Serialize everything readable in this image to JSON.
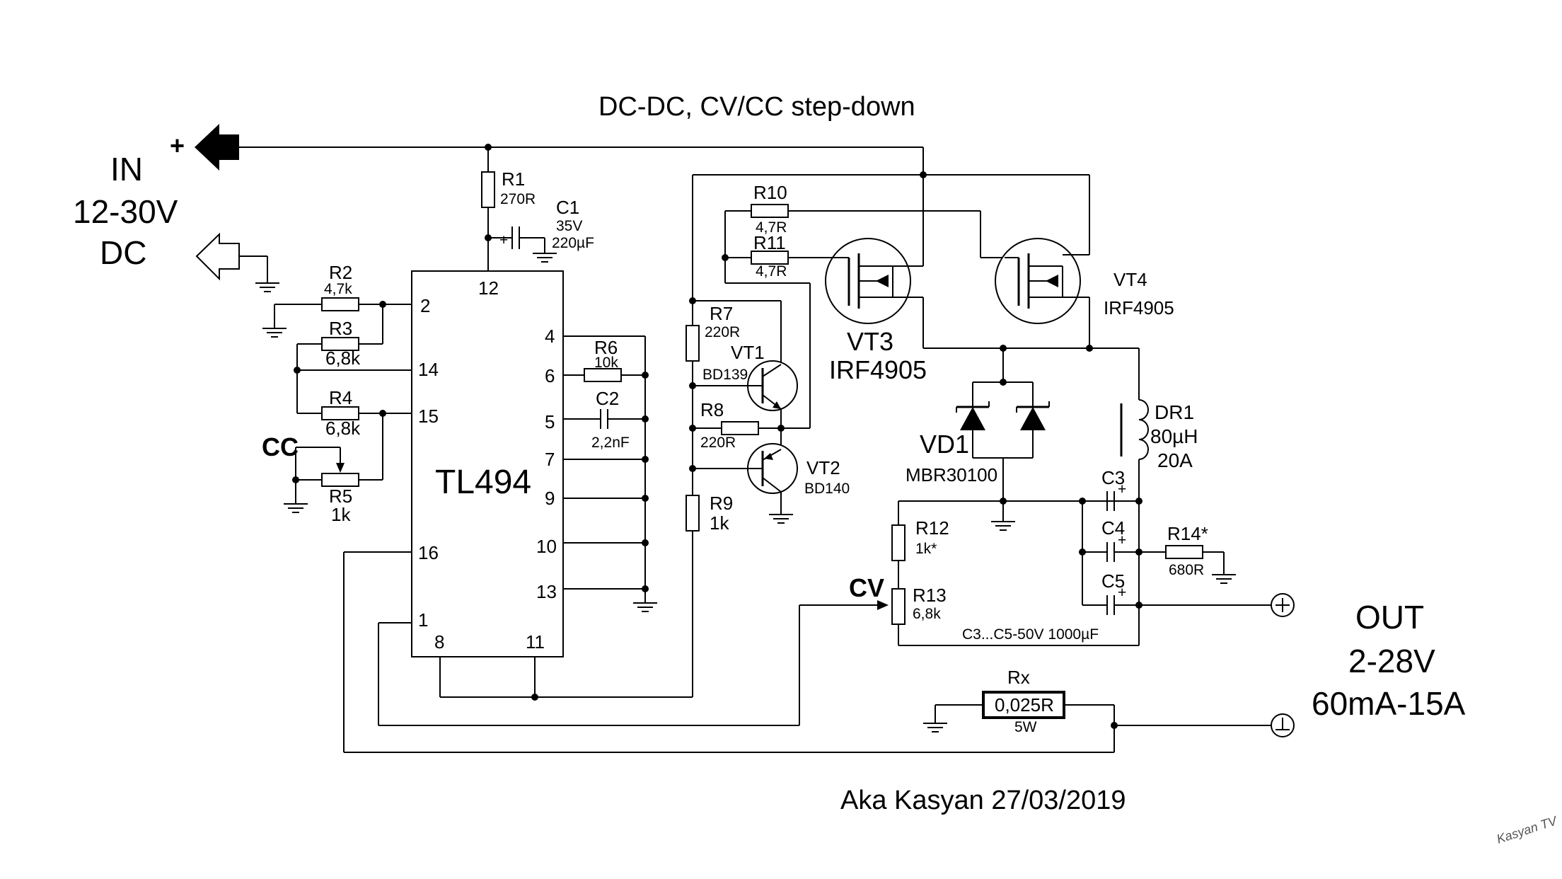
{
  "title": "DC-DC, CV/CC  step-down",
  "author_date": "Aka Kasyan 27/03/2019",
  "watermark": "Kasyan TV",
  "input": {
    "plus": "+",
    "line1": "IN",
    "line2": "12-30V",
    "line3": "DC"
  },
  "output": {
    "line1": "OUT",
    "line2": "2-28V",
    "line3": "60mA-15A"
  },
  "ic": {
    "name": "TL494",
    "pins": [
      "12",
      "2",
      "14",
      "15",
      "16",
      "1",
      "8",
      "11",
      "4",
      "6",
      "5",
      "7",
      "9",
      "10",
      "13"
    ]
  },
  "labels": {
    "cc": "CC",
    "cv": "CV"
  },
  "components": {
    "r1": {
      "ref": "R1",
      "value": "270R"
    },
    "c1": {
      "ref": "C1",
      "value1": "35V",
      "value2": "220µF",
      "pol": "+"
    },
    "r2": {
      "ref": "R2",
      "value": "4,7k"
    },
    "r3": {
      "ref": "R3",
      "value": "6,8k"
    },
    "r4": {
      "ref": "R4",
      "value": "6,8k"
    },
    "r5": {
      "ref": "R5",
      "value": "1k"
    },
    "r6": {
      "ref": "R6",
      "value": "10k"
    },
    "c2": {
      "ref": "C2",
      "value": "2,2nF"
    },
    "r7": {
      "ref": "R7",
      "value": "220R"
    },
    "r8": {
      "ref": "R8",
      "value": "220R"
    },
    "r9": {
      "ref": "R9",
      "value": "1k"
    },
    "r10": {
      "ref": "R10",
      "value": "4,7R"
    },
    "r11": {
      "ref": "R11",
      "value": "4,7R"
    },
    "vt1": {
      "ref": "VT1",
      "value": "BD139"
    },
    "vt2": {
      "ref": "VT2",
      "value": "BD140"
    },
    "vt3": {
      "ref": "VT3",
      "value": "IRF4905"
    },
    "vt4": {
      "ref": "VT4",
      "value": "IRF4905"
    },
    "vd1": {
      "ref": "VD1",
      "value": "MBR30100"
    },
    "dr1": {
      "ref": "DR1",
      "value1": "80µH",
      "value2": "20A"
    },
    "c3": {
      "ref": "C3",
      "pol": "+"
    },
    "c4": {
      "ref": "C4",
      "pol": "+"
    },
    "c5": {
      "ref": "C5",
      "pol": "+"
    },
    "cnote": "C3...C5-50V 1000µF",
    "r12": {
      "ref": "R12",
      "value": "1k*"
    },
    "r13": {
      "ref": "R13",
      "value": "6,8k"
    },
    "r14": {
      "ref": "R14*",
      "value": "680R"
    },
    "rx": {
      "ref": "Rx",
      "value": "0,025R",
      "power": "5W"
    }
  }
}
